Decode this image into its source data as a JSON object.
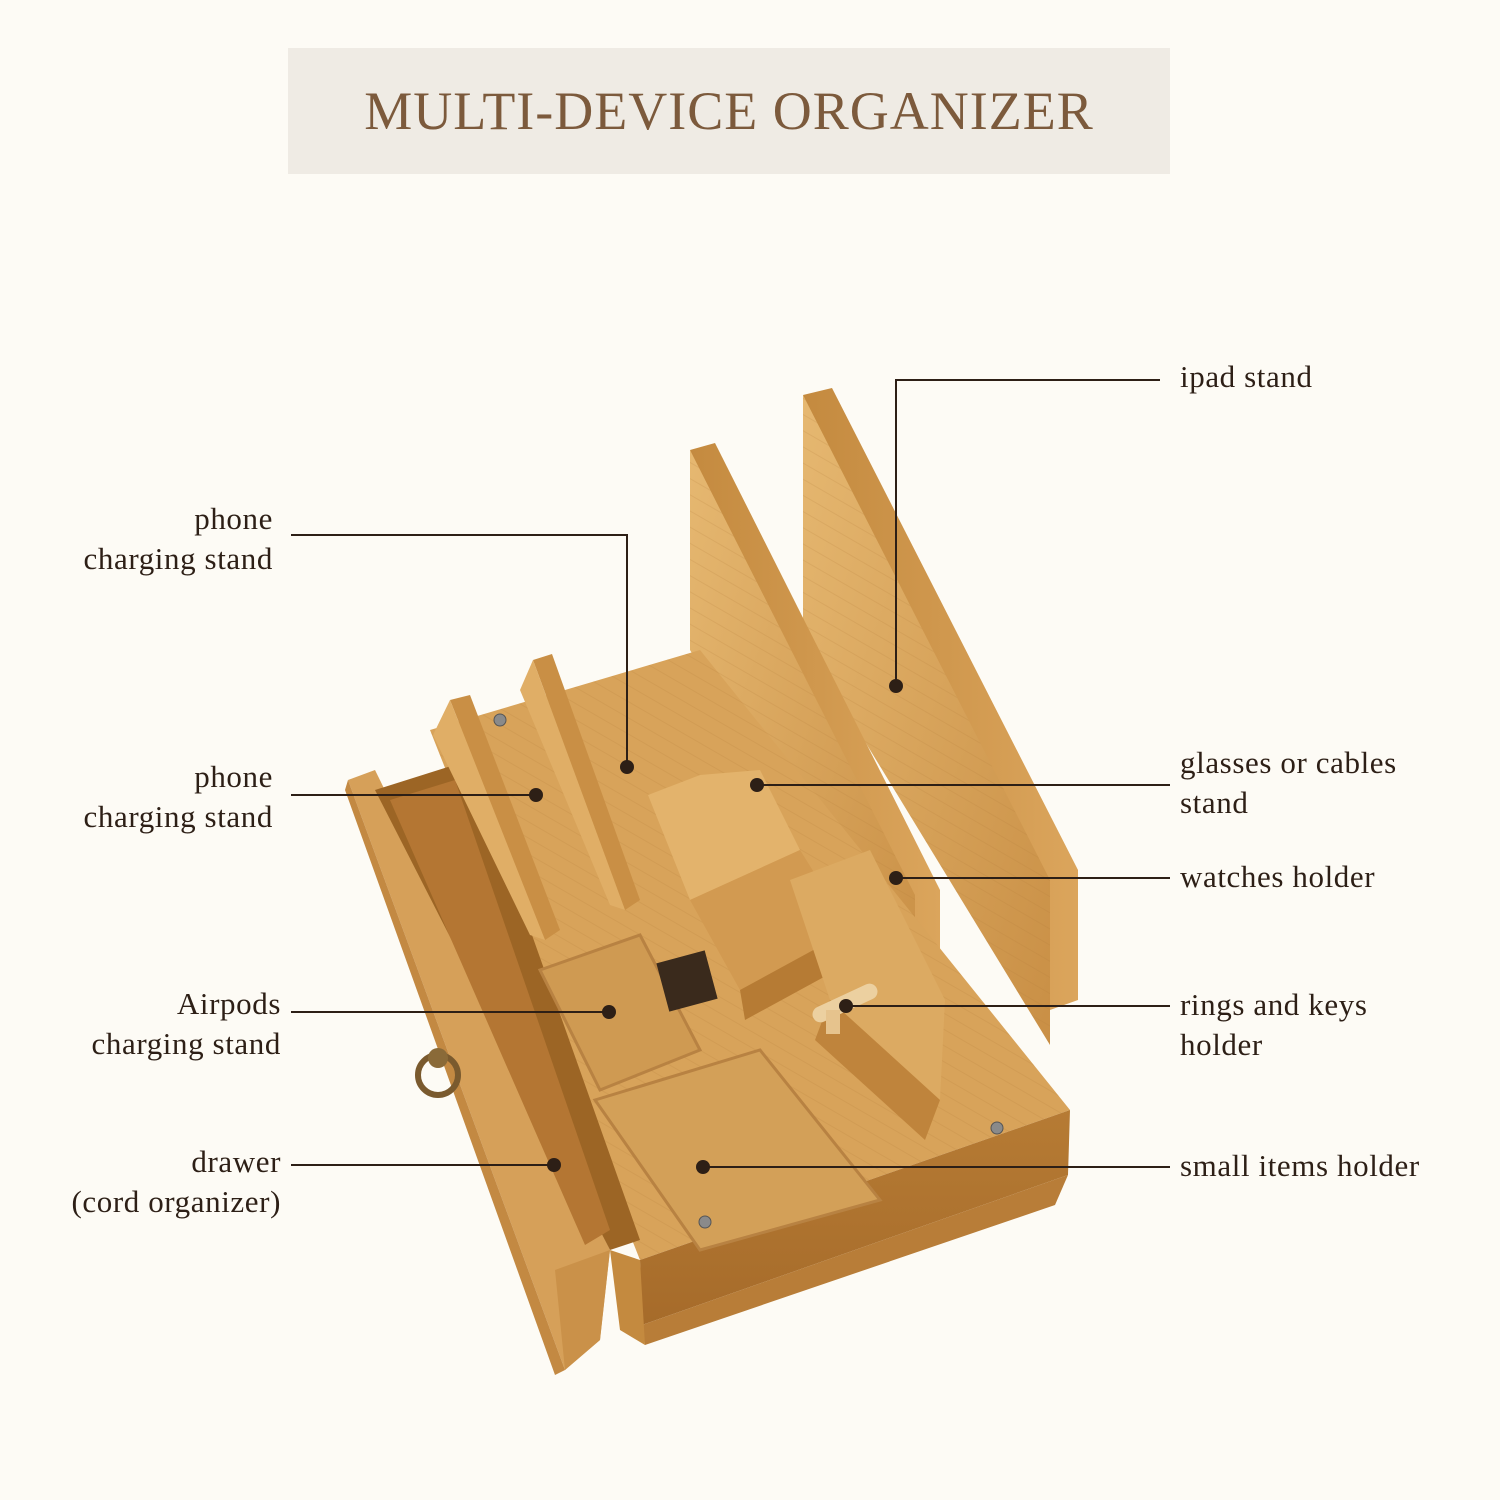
{
  "title": "MULTI-DEVICE ORGANIZER",
  "colors": {
    "background": "#fdfbf5",
    "banner": "#efebe4",
    "title_text": "#7c5a3c",
    "label_text": "#2d1f16",
    "bamboo": "#d9a65c"
  },
  "labels_left": [
    {
      "lines": [
        "phone",
        "charging stand"
      ]
    },
    {
      "lines": [
        "phone",
        "charging stand"
      ]
    },
    {
      "lines": [
        "Airpods",
        "charging stand"
      ]
    },
    {
      "lines": [
        "drawer",
        "(cord organizer)"
      ]
    }
  ],
  "labels_right": [
    {
      "lines": [
        "ipad stand"
      ]
    },
    {
      "lines": [
        "glasses or cables",
        "stand"
      ]
    },
    {
      "lines": [
        "watches holder"
      ]
    },
    {
      "lines": [
        "rings and keys",
        "holder"
      ]
    },
    {
      "lines": [
        "small items holder"
      ]
    }
  ]
}
